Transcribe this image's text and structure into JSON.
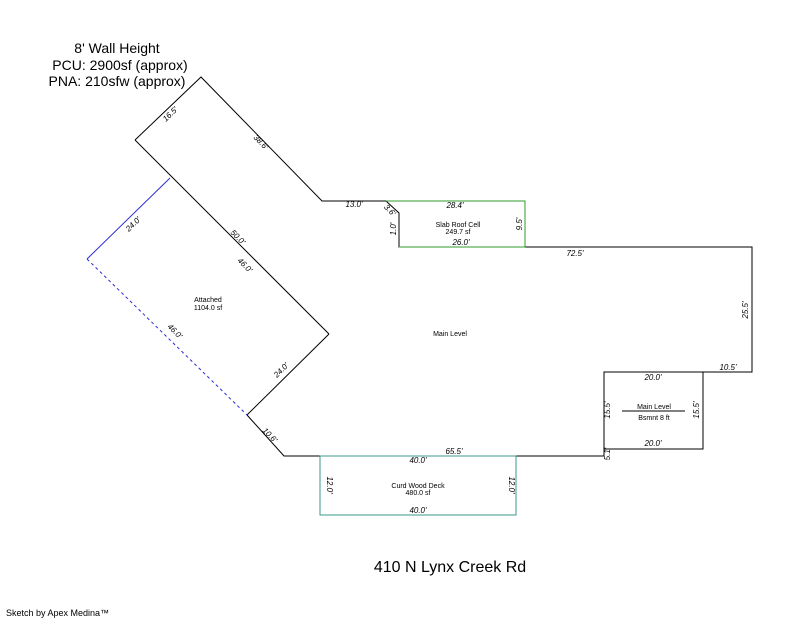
{
  "header": {
    "line1": "8' Wall Height",
    "line2": "PCU: 2900sf (approx)",
    "line3": "PNA: 210sfw (approx)"
  },
  "address": "410 N Lynx Creek Rd",
  "credit": "Sketch by Apex Medina™",
  "colors": {
    "outline": "#000000",
    "slab": "#2e9e2e",
    "deck": "#3a9a8a",
    "garage_dashed": "#2b2bd6"
  },
  "areas": {
    "attached": {
      "name": "Attached",
      "area": "1104.0 sf"
    },
    "slab": {
      "name": "Slab Roof Cell",
      "area": "249.7 sf"
    },
    "main": {
      "name": "Main Level"
    },
    "bsmt": {
      "name": "Main Level",
      "area": "Bsmnt 8 ft"
    },
    "deck": {
      "name": "Curd Wood Deck",
      "area": "480.0 sf"
    }
  },
  "dims": {
    "d165": "16.5'",
    "d386": "38.6'",
    "d130": "13.0'",
    "d36": "3.6'",
    "d10": "1.0'",
    "d284": "28.4'",
    "d95": "9.5'",
    "d260": "26.0'",
    "d240a": "24.0'",
    "d500": "50.0'",
    "d460a": "46.0'",
    "d460b": "46.0'",
    "d240b": "24.0'",
    "d106": "10.6'",
    "d725": "72.5'",
    "d255": "25.5'",
    "d105": "10.5'",
    "d200a": "20.0'",
    "d155a": "15.5'",
    "d155b": "15.5'",
    "d200b": "20.0'",
    "d51": "5.1'",
    "d655": "65.5'",
    "d400a": "40.0'",
    "d120a": "12.0'",
    "d120b": "12.0'",
    "d400b": "40.0'"
  }
}
